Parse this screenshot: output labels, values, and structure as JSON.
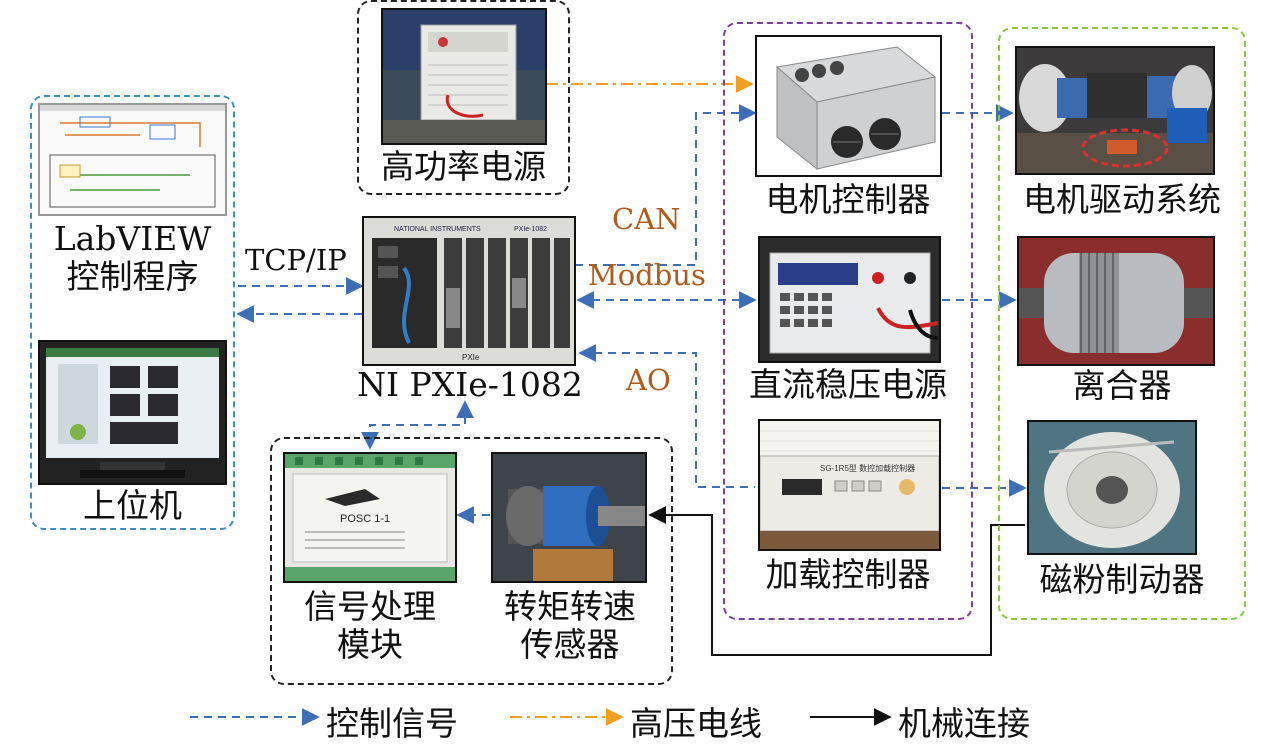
{
  "labels": {
    "labview_line1": "LabVIEW",
    "labview_line2": "控制程序",
    "host": "上位机",
    "hv_supply": "高功率电源",
    "pxi": "NI PXIe-1082",
    "signal_line1": "信号处理",
    "signal_line2": "模块",
    "torque_line1": "转矩转速",
    "torque_line2": "传感器",
    "motor_controller": "电机控制器",
    "dc_supply": "直流稳压电源",
    "load_controller": "加载控制器",
    "motor_system": "电机驱动系统",
    "clutch": "离合器",
    "brake": "磁粉制动器"
  },
  "protocols": {
    "can": "CAN",
    "modbus": "Modbus",
    "ao": "AO",
    "tcpip": "TCP/IP"
  },
  "device_text": {
    "pxi_chassis": "PXIe-1082",
    "pxi_brand": "NATIONAL INSTRUMENTS",
    "pxi_badge": "PXIe",
    "signal_module": "POSC  1-1",
    "load_panel": "SG-1R5型 数控加载控制器"
  },
  "legend": {
    "control": "控制信号",
    "high_voltage": "高压电线",
    "mechanical": "机械连接"
  },
  "colors": {
    "control": "#3c6fb6",
    "high_voltage": "#f0a020",
    "mechanical": "#111111",
    "protocol_text": "#b05a1c",
    "group_blue": "#3a8fc0",
    "group_purple": "#7a3f9a",
    "group_green": "#8cc63f",
    "group_black": "#222222"
  },
  "icons": [
    "labview-block-diagram",
    "monitor",
    "power-supply",
    "pxi-chassis",
    "signal-module",
    "torque-sensor",
    "motor-controller",
    "dc-power-supply",
    "load-controller",
    "motor-test-bench",
    "clutch",
    "magnetic-brake"
  ]
}
